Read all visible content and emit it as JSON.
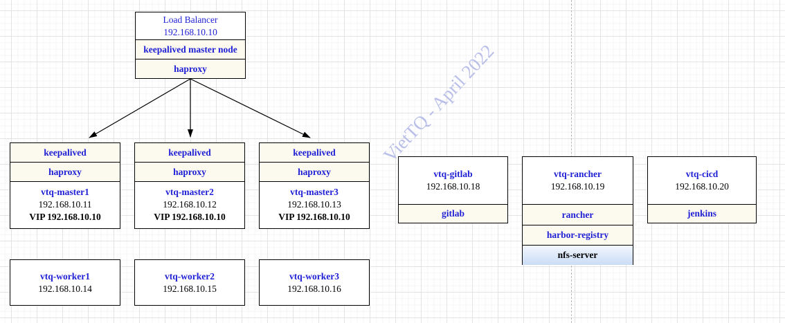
{
  "watermark": {
    "text": "VietTQ - April 2022"
  },
  "load_balancer": {
    "title": "Load Balancer",
    "ip": "192.168.10.10",
    "rows": [
      "keepalived master node",
      "haproxy"
    ]
  },
  "masters": [
    {
      "rows": [
        "keepalived",
        "haproxy"
      ],
      "name": "vtq-master1",
      "ip": "192.168.10.11",
      "vip": "VIP 192.168.10.10"
    },
    {
      "rows": [
        "keepalived",
        "haproxy"
      ],
      "name": "vtq-master2",
      "ip": "192.168.10.12",
      "vip": "VIP 192.168.10.10"
    },
    {
      "rows": [
        "keepalived",
        "haproxy"
      ],
      "name": "vtq-master3",
      "ip": "192.168.10.13",
      "vip": "VIP 192.168.10.10"
    }
  ],
  "workers": [
    {
      "name": "vtq-worker1",
      "ip": "192.168.10.14"
    },
    {
      "name": "vtq-worker2",
      "ip": "192.168.10.15"
    },
    {
      "name": "vtq-worker3",
      "ip": "192.168.10.16"
    }
  ],
  "services": [
    {
      "name": "vtq-gitlab",
      "ip": "192.168.10.18",
      "rows": [
        {
          "label": "gitlab"
        }
      ]
    },
    {
      "name": "vtq-rancher",
      "ip": "192.168.10.19",
      "rows": [
        {
          "label": "rancher"
        },
        {
          "label": "harbor-registry"
        },
        {
          "label": "nfs-server"
        }
      ]
    },
    {
      "name": "vtq-cicd",
      "ip": "192.168.10.20",
      "rows": [
        {
          "label": "jenkins"
        }
      ]
    }
  ],
  "colors": {
    "node_text_blue": "#1f1fd6",
    "row_cream": "#fcfaee",
    "nfs_gradient_blue": "#cadcf5",
    "watermark_blue": "#b9bfe9",
    "grid_major": "#e3e3e3",
    "grid_minor": "#f5f5f5"
  }
}
